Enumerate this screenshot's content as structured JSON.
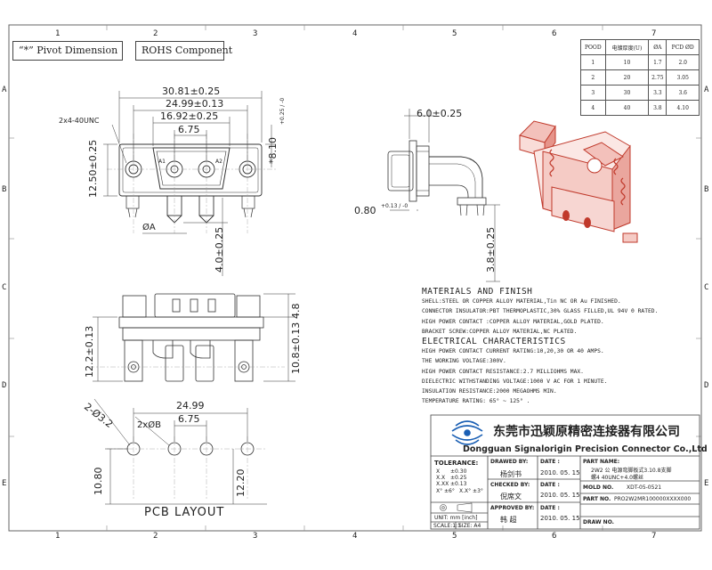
{
  "frame": {
    "top_numbers": [
      "1",
      "2",
      "3",
      "4",
      "5",
      "6",
      "7"
    ],
    "bottom_numbers": [
      "1",
      "2",
      "3",
      "4",
      "5",
      "6",
      "7"
    ],
    "side_letters": [
      "A",
      "B",
      "C",
      "D",
      "E"
    ]
  },
  "header": {
    "pivot_label": "“*” Pivot Dimension",
    "rohs_label": "ROHS Component"
  },
  "pcd_table": {
    "headers": [
      "POOD",
      "电镀厚度(U)",
      "ØA",
      "PCD ØD"
    ],
    "rows": [
      [
        "1",
        "10",
        "1.7",
        "2.0"
      ],
      [
        "2",
        "20",
        "2.75",
        "3.05"
      ],
      [
        "3",
        "30",
        "3.3",
        "3.6"
      ],
      [
        "4",
        "40",
        "3.8",
        "4.10"
      ]
    ]
  },
  "front_view": {
    "dim_overall": "30.81±0.25",
    "dim_mid": "24.99±0.13",
    "dim_inner": "16.92±0.25",
    "dim_pins": "6.75",
    "thread_note": "2x4-40UNC",
    "dim_height": "12.50±0.25",
    "dim_side": "*8.10",
    "dim_side_tol": "+0.25 / -0",
    "contact_a1": "A1",
    "contact_a2": "A2",
    "phi_a": "ØA",
    "dim_pin_len": "4.0±0.25"
  },
  "side_view": {
    "dim_width": "6.0±0.25",
    "dim_offset": "0.80",
    "dim_offset_tol": "+0.13 / -0",
    "dim_tail": "3.8±0.25"
  },
  "top_view": {
    "dim_left": "12.2±0.13",
    "dim_right_a": "4.8",
    "dim_right_b": "10.8±0.13"
  },
  "pcb": {
    "dim_span": "24.99",
    "dim_pitch": "6.75",
    "hole_note_a": "2-Ø3.2",
    "hole_note_b": "2xØB",
    "dim_left": "10.80",
    "dim_right": "12.20",
    "title": "PCB LAYOUT"
  },
  "materials": {
    "heading": "MATERIALS AND FINISH",
    "lines": [
      "SHELL:STEEL OR COPPER ALLOY MATERIAL,Tin NC OR Au FINISHED.",
      "CONNECTOR INSULATOR:PBT THERMOPLASTIC,30% GLASS FILLED,UL 94V 0 RATED.",
      "HIGH POWER CONTACT :COPPER ALLOY MATERIAL,GOLD PLATED.",
      "BRACKET SCREW:COPPER ALLOY MATERIAL,NC PLATED."
    ],
    "elec_heading": "ELECTRICAL CHARACTERISTICS",
    "elec_lines": [
      "HIGH POWER CONTACT CURRENT RATING:10,20,30 OR 40 AMPS.",
      "THE WORKING VOLTAGE:300V.",
      "HIGH POWER CONTACT RESISTANCE:2.7 MILLIOHMS MAX.",
      "DIELECTRIC WITHSTANDING VOLTAGE:1000 V AC FOR 1 MINUTE.",
      "INSULATION RESISTANCE:2000 MEGAOHMS MIN.",
      "TEMPERATURE RATING: 65° ~ 125° ."
    ]
  },
  "title_block": {
    "company_cn": "东莞市迅颖原精密连接器有限公司",
    "company_en": "Dongguan Signalorigin Precision Connector Co.,Ltd",
    "tolerance_label": "TOLERANCE:",
    "tol_rows": [
      [
        "X",
        "±0.30"
      ],
      [
        "X.X",
        "±0.25"
      ],
      [
        "X.XX",
        "±0.13"
      ]
    ],
    "tol_angle_a": "X° ±6°",
    "tol_angle_b": "X.X° ±3°",
    "unit_label": "UNIT: mm [inch]",
    "scale_label": "SCALE:1:1",
    "size_label": "SIZE: A4",
    "drawn_by": "DRAWED BY:",
    "drawn_name": "杨剑书",
    "checked_by": "CHECKED BY:",
    "checked_name": "倪席文",
    "approved_by": "APPROVED BY:",
    "approved_name": "韩 超",
    "date_label": "DATE :",
    "date_value": "2010. 05. 15",
    "part_name_label": "PART NAME:",
    "part_name_value_1": "2W2 公 电源弯脚板式3.10.8支脚",
    "part_name_value_2": "螺4 40UNC+4.0螺丝",
    "mold_label": "MOLD NO.",
    "mold_value": "XDT-05-0521",
    "part_no_label": "PART NO.",
    "part_no_value": "PRO2W2MR100000XXXX000",
    "draw_no_label": "DRAW NO."
  },
  "colors": {
    "line": "#333333",
    "render_red": "#c0392b",
    "logo_blue": "#1a5fb4"
  }
}
